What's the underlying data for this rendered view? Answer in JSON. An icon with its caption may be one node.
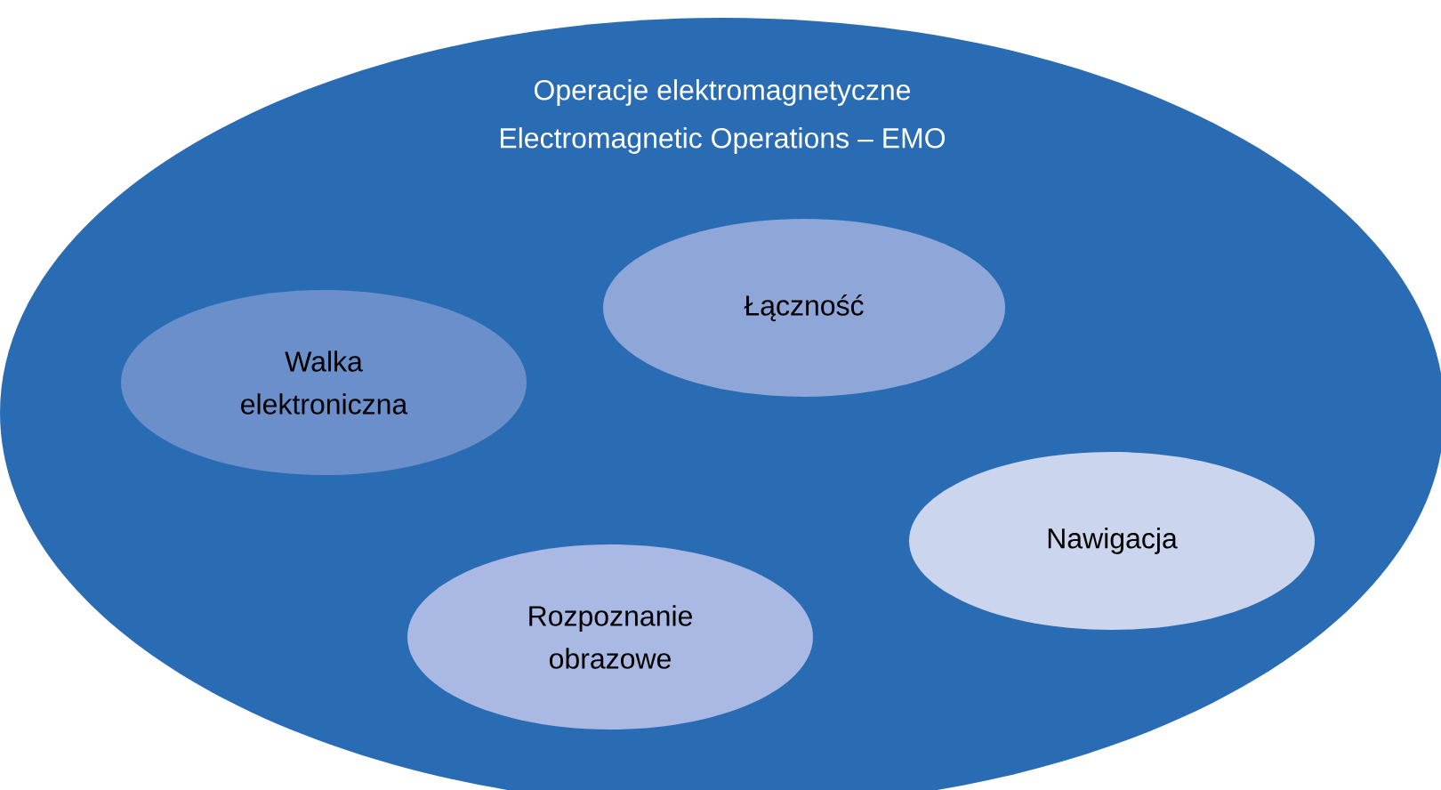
{
  "diagram": {
    "nodes": [
      {
        "text": [
          "Operacje elektromagnetyczne",
          "Electromagnetic Operations – EMO"
        ]
      },
      {
        "text": [
          "Walka elektroniczna"
        ],
        "in": 0
      },
      {
        "text": [
          "Łączność"
        ],
        "in": 0
      },
      {
        "text": [
          "Nawigacja"
        ],
        "in": 0
      },
      {
        "text": [
          "Rozpoznanie obrazowe"
        ],
        "in": 0
      }
    ]
  }
}
